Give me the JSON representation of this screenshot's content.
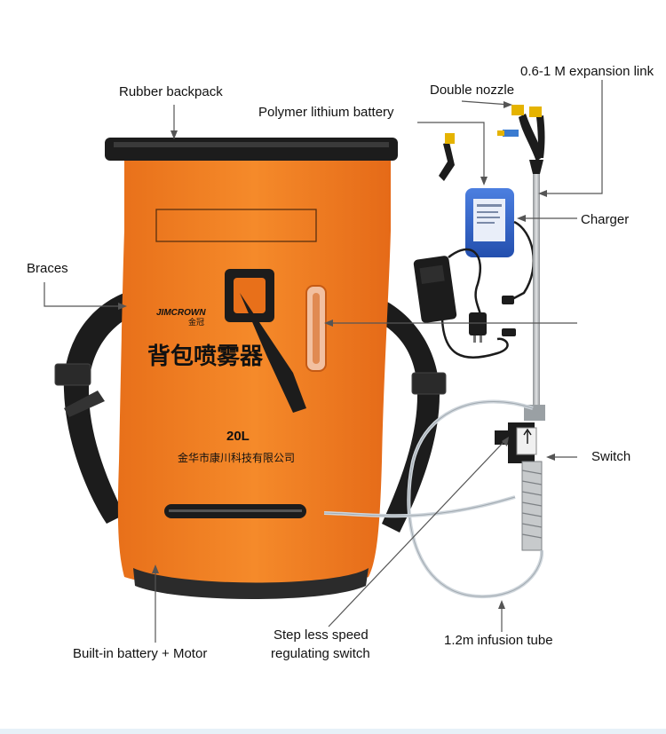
{
  "colors": {
    "bag_orange": "#f07a1e",
    "bag_dark_orange": "#d9621a",
    "strap_black": "#1c1c1c",
    "battery_blue": "#2f62c8",
    "metal_gray": "#b9bcbf",
    "pointer_line": "#555555"
  },
  "labels": {
    "rubber_backpack": "Rubber backpack",
    "polymer_battery": "Polymer lithium battery",
    "double_nozzle": "Double nozzle",
    "expansion_link": "0.6-1 M expansion link",
    "charger": "Charger",
    "braces": "Braces",
    "switch": "Switch",
    "builtin_battery_motor": "Built-in battery + Motor",
    "step_less_line1": "Step less speed",
    "step_less_line2": "regulating switch",
    "infusion_tube": "1.2m infusion tube"
  },
  "bag_print": {
    "brand": "JIMCROWN",
    "brand_cn": "金冠",
    "title_cn": "背包喷雾器",
    "capacity": "20L",
    "company_cn": "金华市康川科技有限公司"
  },
  "icons": {
    "backpack": "backpack-sprayer-icon",
    "battery": "lithium-battery-icon",
    "charger": "charger-adapter-icon",
    "lance": "spray-lance-icon",
    "nozzle": "double-nozzle-icon",
    "tube": "infusion-tube-icon"
  }
}
